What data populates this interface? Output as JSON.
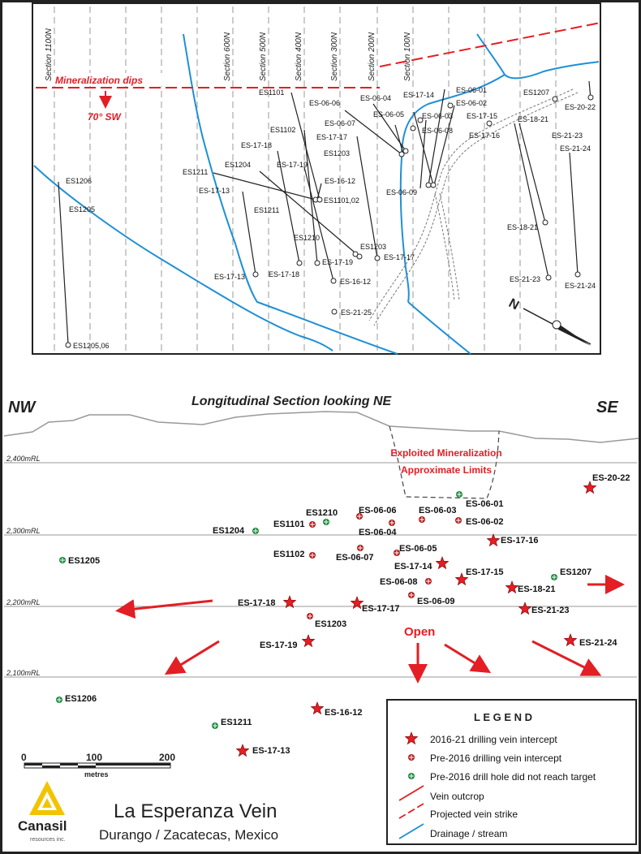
{
  "plan_map": {
    "sections": [
      "Section 1100N",
      "Section 600N",
      "Section 500N",
      "Section 400N",
      "Section 300N",
      "Section 200N",
      "Section 100N"
    ],
    "mineralization_label": "Mineralization dips",
    "dip_label": "70° SW",
    "north_label": "N",
    "collars": [
      {
        "label": "ES1101"
      },
      {
        "label": "ES-06-06"
      },
      {
        "label": "ES-06-04"
      },
      {
        "label": "ES-06-05"
      },
      {
        "label": "ES-17-14"
      },
      {
        "label": "ES-06-01"
      },
      {
        "label": "ES-06-02"
      },
      {
        "label": "ES-06-03"
      },
      {
        "label": "ES-17-15"
      },
      {
        "label": "ES-06-08"
      },
      {
        "label": "ES-17-16"
      },
      {
        "label": "ES1207"
      },
      {
        "label": "ES-20-22"
      },
      {
        "label": "ES-18-21"
      },
      {
        "label": "ES-21-23"
      },
      {
        "label": "ES-21-24"
      },
      {
        "label": "ES-06-07"
      },
      {
        "label": "ES1102"
      },
      {
        "label": "ES-17-17"
      },
      {
        "label": "ES-17-18"
      },
      {
        "label": "ES1203"
      },
      {
        "label": "ES1204"
      },
      {
        "label": "ES-17-19"
      },
      {
        "label": "ES1211"
      },
      {
        "label": "ES-16-12"
      },
      {
        "label": "ES-17-13"
      },
      {
        "label": "ES1101,02"
      },
      {
        "label": "ES-06-09"
      },
      {
        "label": "ES1206"
      },
      {
        "label": "ES1205"
      },
      {
        "label": "ES1211"
      },
      {
        "label": "ES-18-21"
      },
      {
        "label": "ES1210"
      },
      {
        "label": "ES1203"
      },
      {
        "label": "ES-17-17"
      },
      {
        "label": "ES-17-19"
      },
      {
        "label": "ES-17-13"
      },
      {
        "label": "ES-17-18"
      },
      {
        "label": "ES-16-12"
      },
      {
        "label": "ES-21-23"
      },
      {
        "label": "ES-21-24"
      },
      {
        "label": "ES-21-25"
      },
      {
        "label": "ES1205,06"
      }
    ]
  },
  "section_view": {
    "title": "Longitudinal Section looking NE",
    "nw_label": "NW",
    "se_label": "SE",
    "exploited_line1": "Exploited Mineralization",
    "exploited_line2": "Approximate Limits",
    "elevations": [
      "2,400mRL",
      "2,300mRL",
      "2,200mRL",
      "2,100mRL"
    ],
    "open_label": "Open",
    "intercepts": [
      {
        "label": "ES-20-22",
        "type": "star"
      },
      {
        "label": "ES-06-01",
        "type": "green"
      },
      {
        "label": "ES-06-06",
        "type": "dot"
      },
      {
        "label": "ES-06-03",
        "type": "dot"
      },
      {
        "label": "ES1210",
        "type": "green"
      },
      {
        "label": "ES1101",
        "type": "dot"
      },
      {
        "label": "ES-06-02",
        "type": "dot"
      },
      {
        "label": "ES1204",
        "type": "green"
      },
      {
        "label": "ES-06-04",
        "type": "dot"
      },
      {
        "label": "ES-17-16",
        "type": "star"
      },
      {
        "label": "ES-06-05",
        "type": "dot"
      },
      {
        "label": "ES1102",
        "type": "dot"
      },
      {
        "label": "ES-06-07",
        "type": "dot"
      },
      {
        "label": "ES1205",
        "type": "green"
      },
      {
        "label": "ES-17-14",
        "type": "star"
      },
      {
        "label": "ES-17-15",
        "type": "star"
      },
      {
        "label": "ES1207",
        "type": "green"
      },
      {
        "label": "ES-06-08",
        "type": "dot"
      },
      {
        "label": "ES-18-21",
        "type": "star"
      },
      {
        "label": "ES-06-09",
        "type": "dot"
      },
      {
        "label": "ES-17-18",
        "type": "star"
      },
      {
        "label": "ES-17-17",
        "type": "star"
      },
      {
        "label": "ES-21-23",
        "type": "star"
      },
      {
        "label": "ES1203",
        "type": "dot"
      },
      {
        "label": "ES-17-19",
        "type": "star"
      },
      {
        "label": "ES-21-24",
        "type": "star"
      },
      {
        "label": "ES1206",
        "type": "green"
      },
      {
        "label": "ES-16-12",
        "type": "star"
      },
      {
        "label": "ES1211",
        "type": "green"
      },
      {
        "label": "ES-17-13",
        "type": "star"
      }
    ]
  },
  "legend": {
    "title": "L E G E N D",
    "items": [
      "2016-21 drilling vein intercept",
      "Pre-2016 drilling vein intercept",
      "Pre-2016 drill hole did not reach target",
      "Vein outcrop",
      "Projected vein strike",
      "Drainage / stream"
    ]
  },
  "scale": {
    "ticks": [
      "0",
      "100",
      "200"
    ],
    "unit": "metres"
  },
  "footer": {
    "title": "La Esperanza Vein",
    "subtitle": "Durango / Zacatecas, Mexico",
    "logo": "Canasil",
    "logo_sub": "resources inc."
  },
  "colors": {
    "vein": "#e31e24",
    "stream": "#1f8fd6",
    "green": "#1a8a3a",
    "dark": "#222222"
  }
}
